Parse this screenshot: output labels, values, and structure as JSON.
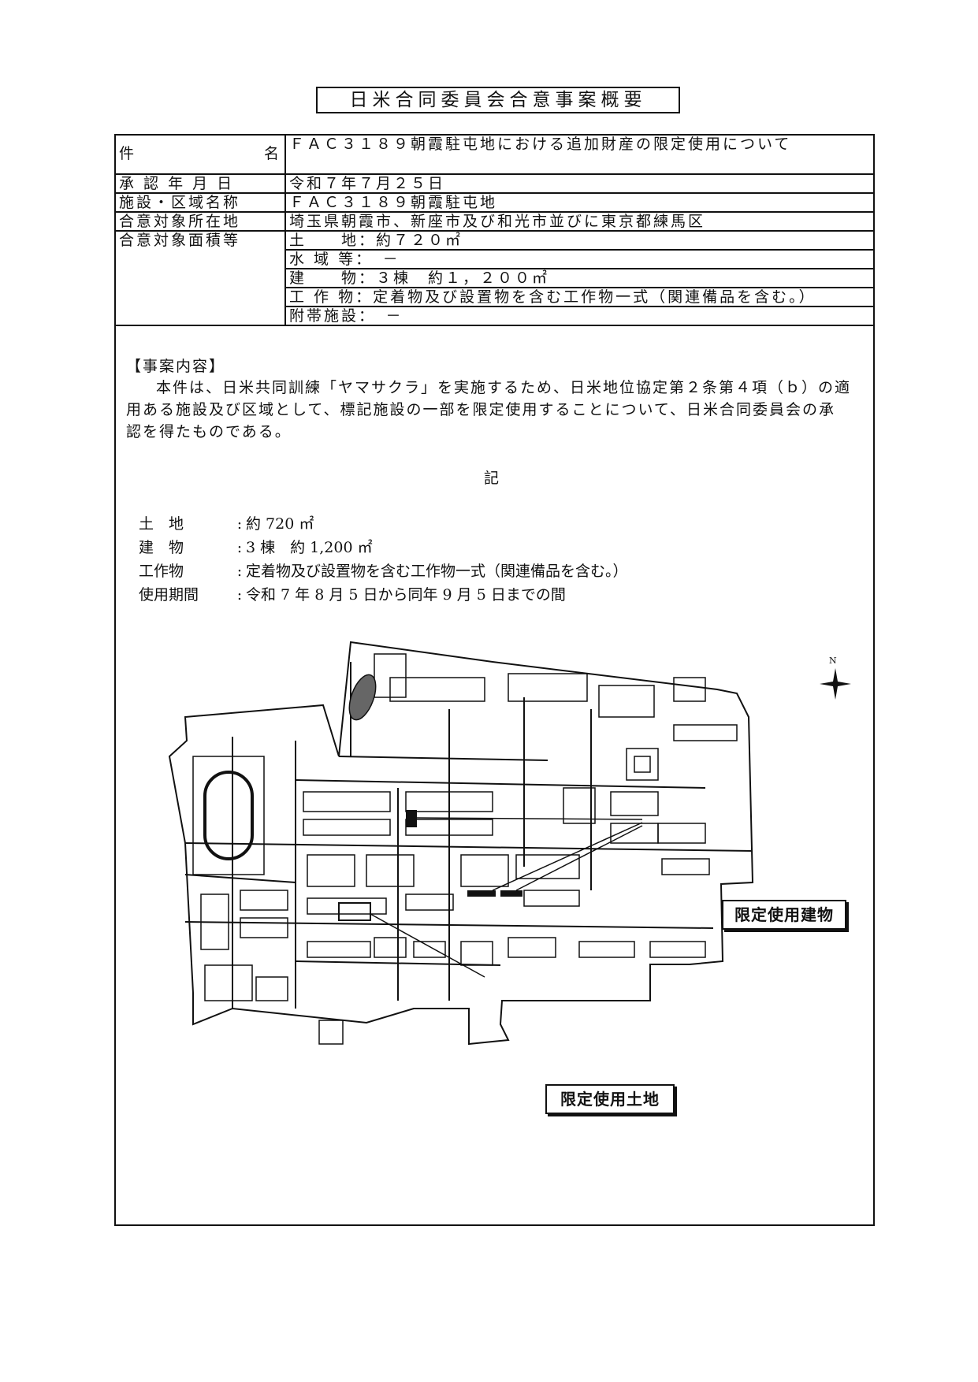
{
  "title": "日米合同委員会合意事案概要",
  "rows": [
    {
      "label": "件　　　　　名",
      "value": "ＦＡＣ３１８９朝霞駐屯地における追加財産の限定使用について"
    },
    {
      "label": "承 認 年 月 日",
      "value": "令和７年７月２５日"
    },
    {
      "label": "施設・区域名称",
      "value": "ＦＡＣ３１８９朝霞駐屯地"
    },
    {
      "label": "合意対象所在地",
      "value": "埼玉県朝霞市、新座市及び和光市並びに東京都練馬区"
    }
  ],
  "area": {
    "label": "合意対象面積等",
    "items": [
      "土　　地：約７２０㎡",
      "水 域 等：　－",
      "建　　物：３棟　約１，２００㎡",
      "工 作 物：定着物及び設置物を含む工作物一式（関連備品を含む。）",
      "附帯施設：　－"
    ]
  },
  "content": {
    "heading": "【事案内容】",
    "paragraph": "本件は、日米共同訓練「ヤマサクラ」を実施するため、日米地位協定第２条第４項（ｂ）の適用ある施設及び区域として、標記施設の一部を限定使用することについて、日米合同委員会の承認を得たものである。",
    "ki": "記",
    "details": [
      {
        "label": "土　地",
        "value": "約 720 ㎡"
      },
      {
        "label": "建　物",
        "value": "3 棟　約 1,200 ㎡"
      },
      {
        "label": "工作物",
        "value": "定着物及び設置物を含む工作物一式（関連備品を含む。）"
      },
      {
        "label": "使用期間",
        "value": "令和 7 年 8 月 5 日から同年 9 月 5 日までの間"
      }
    ]
  },
  "map": {
    "north_label": "N",
    "callout_buildings": "限定使用建物",
    "callout_land": "限定使用土地"
  }
}
